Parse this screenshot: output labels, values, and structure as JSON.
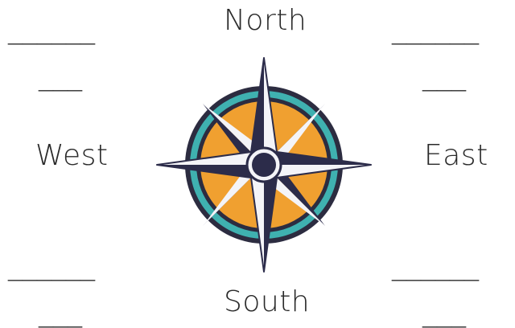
{
  "directions": {
    "north": "North",
    "south": "South",
    "west": "West",
    "east": "East"
  },
  "blanks": {
    "long": "______",
    "short": "___"
  },
  "compass": {
    "colors": {
      "dial_fill": "#F0A030",
      "outer_ring": "#2C2C40",
      "teal_ring": "#3FB1B0",
      "point_dark": "#2C2C4A",
      "point_light": "#F4F4F8",
      "center": "#2C2C4A"
    }
  }
}
